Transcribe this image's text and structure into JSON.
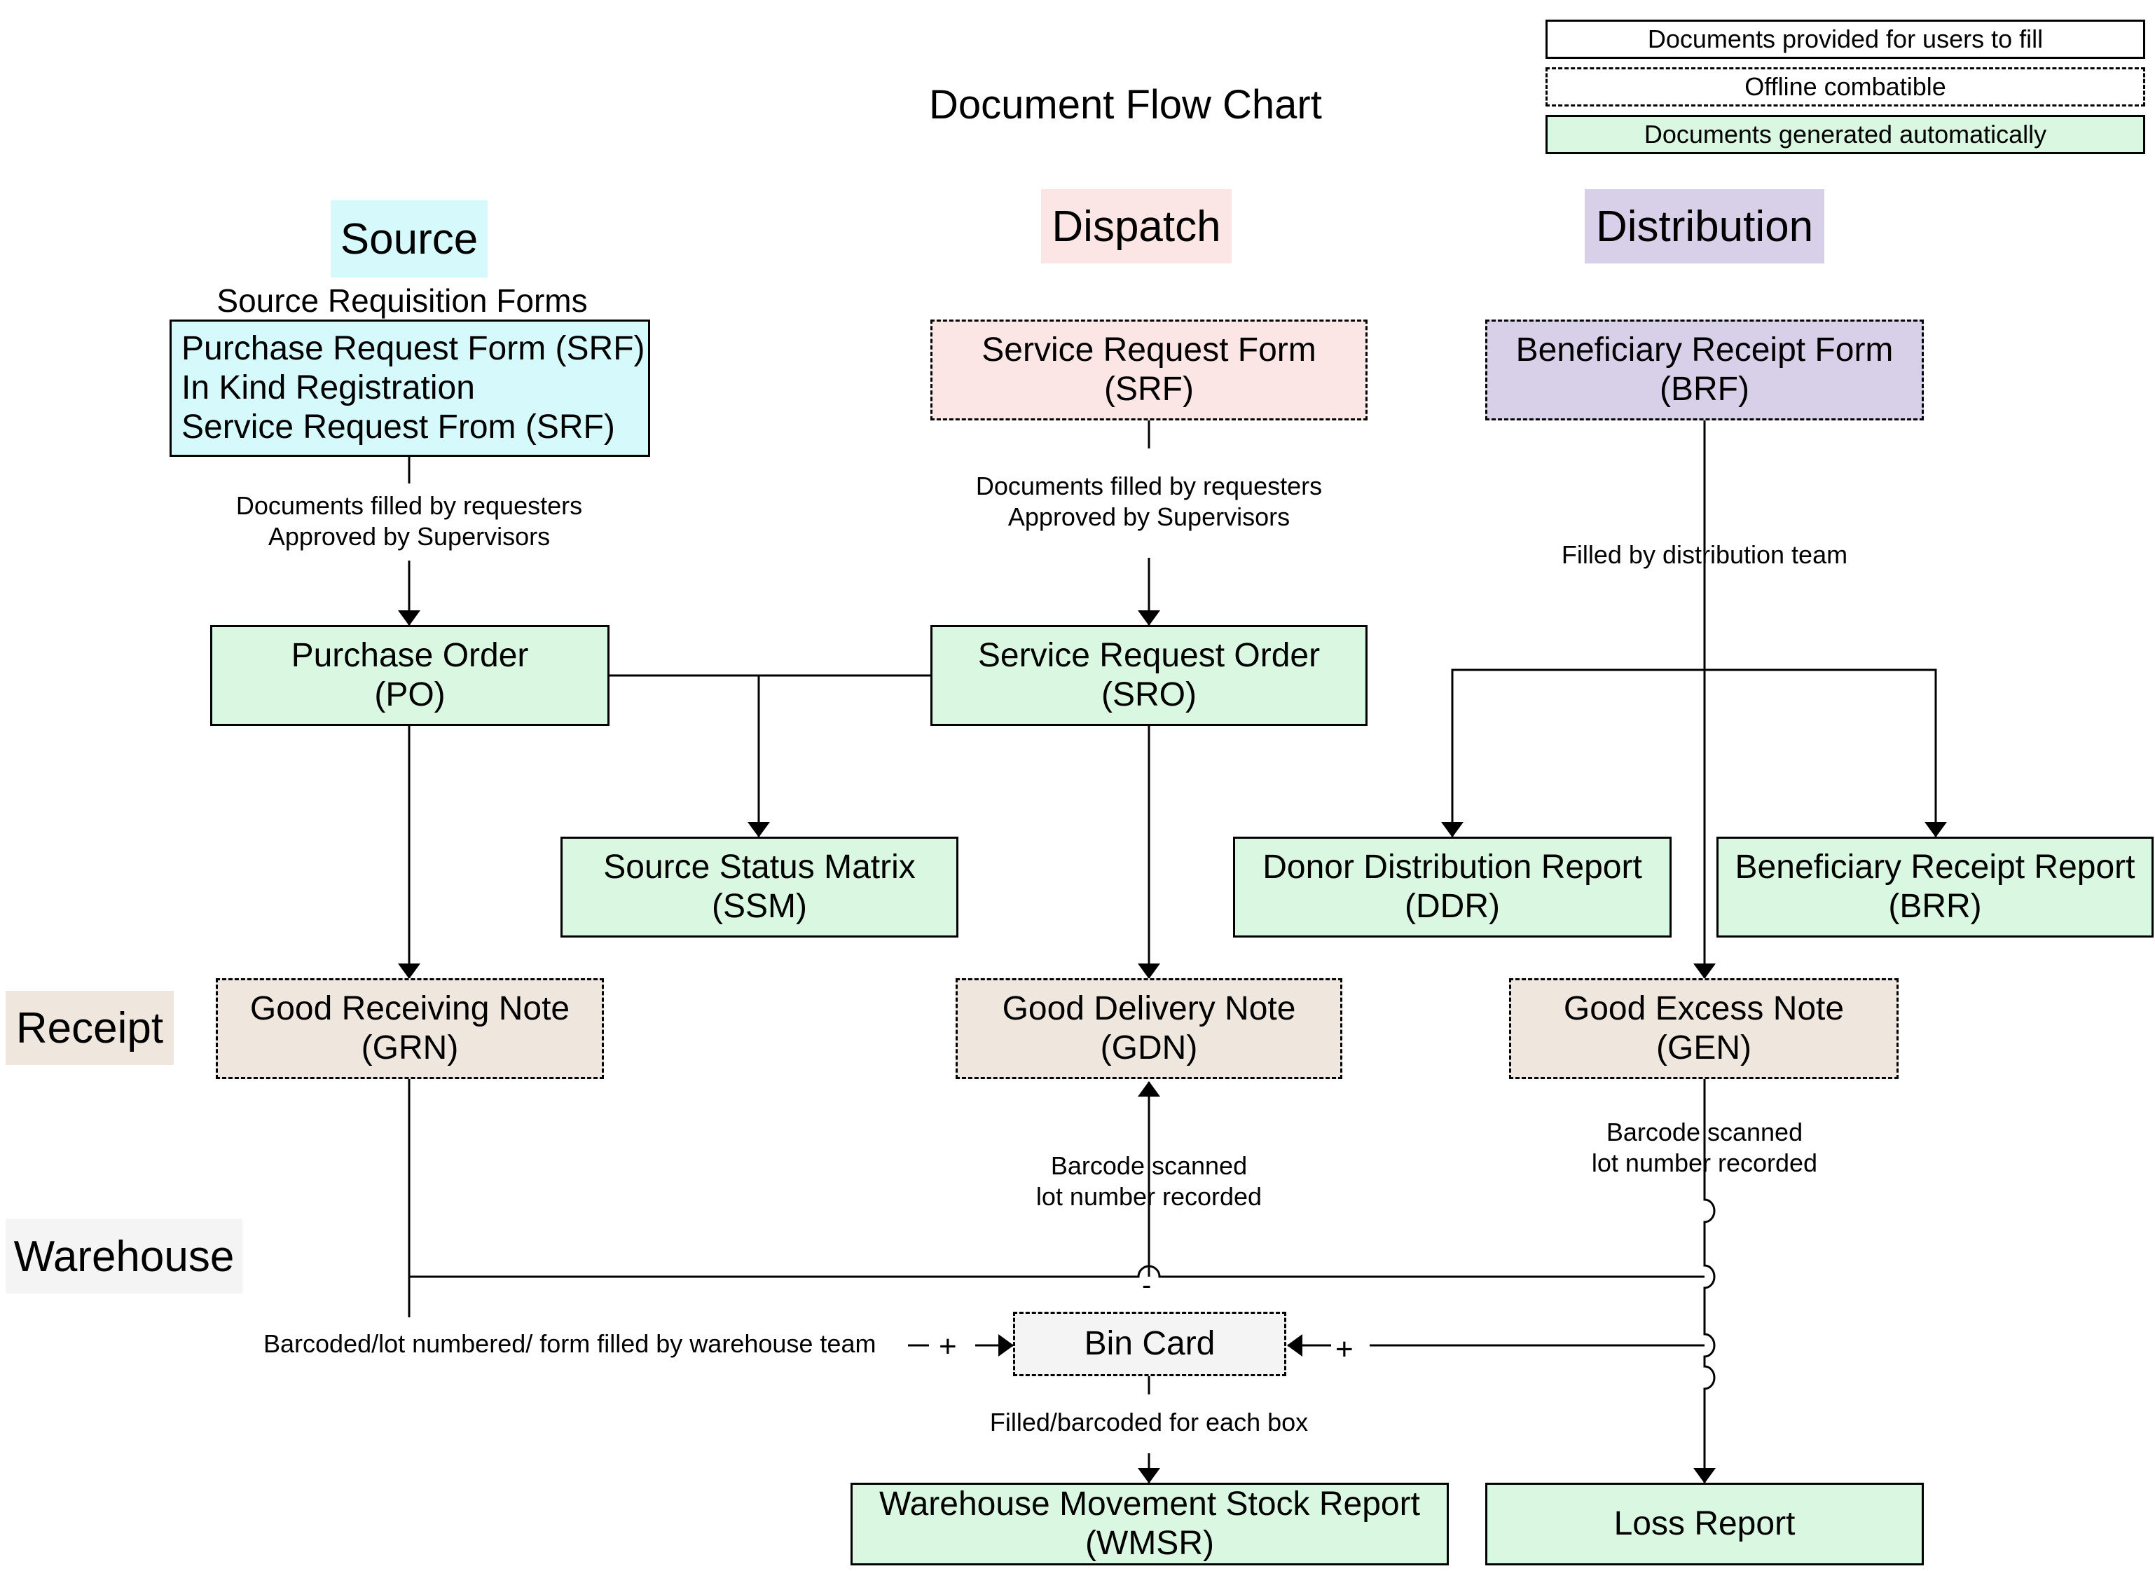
{
  "title": "Document Flow Chart",
  "legend": [
    {
      "label": "Documents provided for users to fill",
      "style": "solid"
    },
    {
      "label": "Offline combatible",
      "style": "dashed"
    },
    {
      "label": "Documents generated automatically",
      "style": "solid-green"
    }
  ],
  "colors": {
    "auto_generated": "#d9f7e1",
    "source": "#d6fafc",
    "dispatch": "#fbe5e5",
    "distribution": "#d8cfe8",
    "receipt": "#efe6de",
    "warehouse": "#f4f4f4"
  },
  "lanes": {
    "source": "Source",
    "dispatch": "Dispatch",
    "distribution": "Distribution",
    "receipt": "Receipt",
    "warehouse": "Warehouse"
  },
  "nodes": {
    "source_forms_heading": "Source Requisition Forms",
    "source_forms": [
      "Purchase Request Form (SRF)",
      "In Kind Registration",
      "Service Request From (SRF)"
    ],
    "srf": {
      "name": "Service Request Form",
      "code": "(SRF)"
    },
    "brf": {
      "name": "Beneficiary Receipt Form",
      "code": "(BRF)"
    },
    "po": {
      "name": "Purchase Order",
      "code": "(PO)"
    },
    "sro": {
      "name": "Service Request Order",
      "code": "(SRO)"
    },
    "ssm": {
      "name": "Source Status Matrix",
      "code": "(SSM)"
    },
    "ddr": {
      "name": "Donor Distribution Report",
      "code": "(DDR)"
    },
    "brr": {
      "name": "Beneficiary Receipt Report",
      "code": "(BRR)"
    },
    "grn": {
      "name": "Good Receiving Note",
      "code": "(GRN)"
    },
    "gdn": {
      "name": "Good Delivery Note",
      "code": "(GDN)"
    },
    "gen": {
      "name": "Good Excess Note",
      "code": "(GEN)"
    },
    "bin": {
      "name": "Bin Card"
    },
    "wmsr": {
      "name": "Warehouse Movement Stock Report",
      "code": "(WMSR)"
    },
    "loss": {
      "name": "Loss Report"
    }
  },
  "edge_labels": {
    "source_filled": [
      "Documents filled by requesters",
      "Approved by Supervisors"
    ],
    "dispatch_filled": [
      "Documents filled by requesters",
      "Approved by Supervisors"
    ],
    "distribution_filled": "Filled by distribution team",
    "gdn_barcode": [
      "Barcode scanned",
      "lot number recorded"
    ],
    "gen_barcode": [
      "Barcode scanned",
      "lot number recorded"
    ],
    "warehouse_team": "Barcoded/lot numbered/ form filled by warehouse team",
    "bin_each_box": "Filled/barcoded for each box",
    "sign_minus_left": "−",
    "sign_plus_left": "+",
    "sign_plus_right": "+",
    "sign_minus_gdn": "-"
  }
}
